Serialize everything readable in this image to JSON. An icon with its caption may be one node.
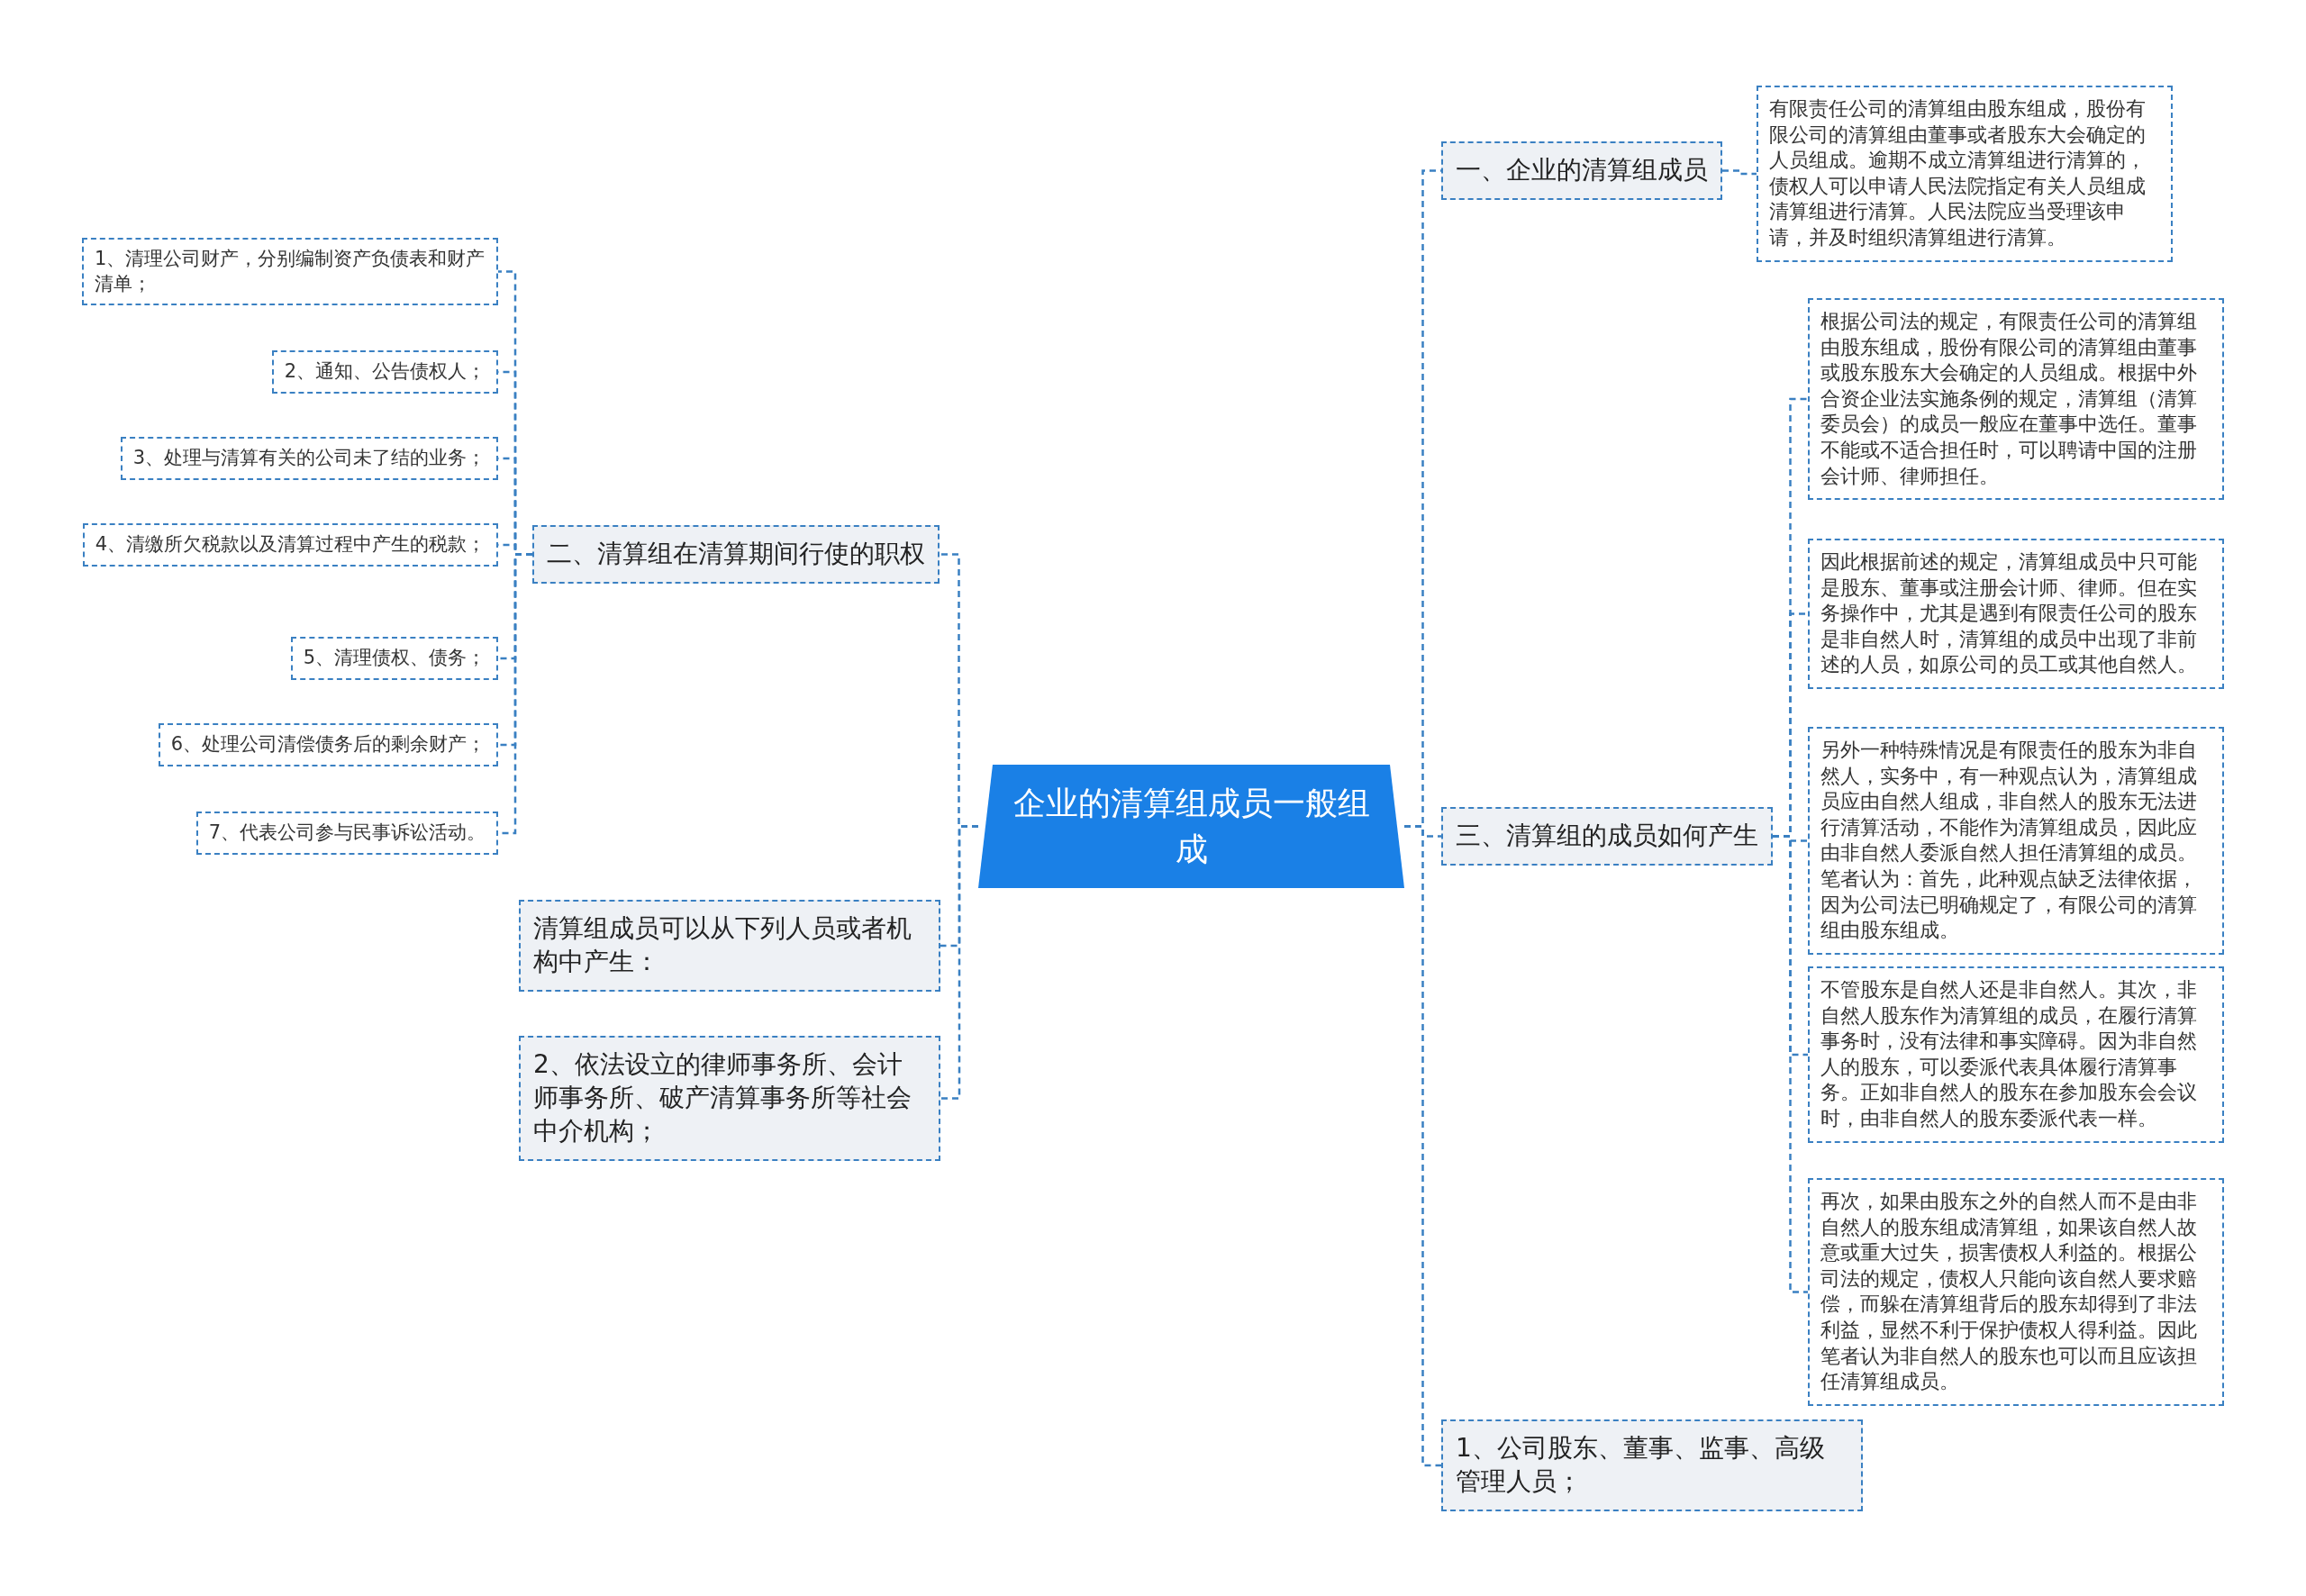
{
  "diagram": {
    "nodes": [
      {
        "text": [
          "企业的清算组成员一般组成"
        ]
      },
      {
        "text": [
          "一、企业的清算组成员"
        ]
      },
      {
        "text": [
          "有限责任公司的清算组由股东组成，股份有限公司的清算组由董事或者股东大会确定的人员组成。逾期不成立清算组进行清算的，债权人可以申请人民法院指定有关人员组成清算组进行清算。人民法院应当受理该申请，并及时组织清算组进行清算。"
        ]
      },
      {
        "text": [
          "三、清算组的成员如何产生"
        ]
      },
      {
        "text": [
          "根据公司法的规定，有限责任公司的清算组由股东组成，股份有限公司的清算组由董事或股东股东大会确定的人员组成。根据中外合资企业法实施条例的规定，清算组（清算委员会）的成员一般应在董事中选任。董事不能或不适合担任时，可以聘请中国的注册会计师、律师担任。"
        ]
      },
      {
        "text": [
          "因此根据前述的规定，清算组成员中只可能是股东、董事或注册会计师、律师。但在实务操作中，尤其是遇到有限责任公司的股东是非自然人时，清算组的成员中出现了非前述的人员，如原公司的员工或其他自然人。"
        ]
      },
      {
        "text": [
          "另外一种特殊情况是有限责任的股东为非自然人，实务中，有一种观点认为，清算组成员应由自然人组成，非自然人的股东无法进行清算活动，不能作为清算组成员，因此应由非自然人委派自然人担任清算组的成员。笔者认为：首先，此种观点缺乏法律依据，因为公司法已明确规定了，有限公司的清算组由股东组成。"
        ]
      },
      {
        "text": [
          "不管股东是自然人还是非自然人。其次，非自然人股东作为清算组的成员，在履行清算事务时，没有法律和事实障碍。因为非自然人的股东，可以委派代表具体履行清算事务。正如非自然人的股东在参加股东会会议时，由非自然人的股东委派代表一样。"
        ]
      },
      {
        "text": [
          "再次，如果由股东之外的自然人而不是由非自然人的股东组成清算组，如果该自然人故意或重大过失，损害债权人利益的。根据公司法的规定，债权人只能向该自然人要求赔偿，而躲在清算组背后的股东却得到了非法利益，显然不利于保护债权人得利益。因此笔者认为非自然人的股东也可以而且应该担任清算组成员。"
        ]
      },
      {
        "text": [
          "1、公司股东、董事、监事、高级管理人员；"
        ]
      },
      {
        "text": [
          "二、清算组在清算期间行使的职权"
        ]
      },
      {
        "text": [
          "1、清理公司财产，分别编制资产负债表和财产清单；"
        ]
      },
      {
        "text": [
          "2、通知、公告债权人；"
        ]
      },
      {
        "text": [
          "3、处理与清算有关的公司未了结的业务；"
        ]
      },
      {
        "text": [
          "4、清缴所欠税款以及清算过程中产生的税款；"
        ]
      },
      {
        "text": [
          "5、清理债权、债务；"
        ]
      },
      {
        "text": [
          "6、处理公司清偿债务后的剩余财产；"
        ]
      },
      {
        "text": [
          "7、代表公司参与民事诉讼活动。"
        ]
      },
      {
        "text": [
          "清算组成员可以从下列人员或者机构中产生："
        ]
      },
      {
        "text": [
          "2、依法设立的律师事务所、会计师事务所、破产清算事务所等社会中介机构；"
        ]
      }
    ],
    "edges": [
      {
        "from": 0,
        "to": 1,
        "arrow": "none",
        "style": "dashed"
      },
      {
        "from": 1,
        "to": 2,
        "arrow": "none",
        "style": "dashed"
      },
      {
        "from": 0,
        "to": 3,
        "arrow": "none",
        "style": "dashed"
      },
      {
        "from": 3,
        "to": 4,
        "arrow": "none",
        "style": "dashed"
      },
      {
        "from": 3,
        "to": 5,
        "arrow": "none",
        "style": "dashed"
      },
      {
        "from": 3,
        "to": 6,
        "arrow": "none",
        "style": "dashed"
      },
      {
        "from": 3,
        "to": 7,
        "arrow": "none",
        "style": "dashed"
      },
      {
        "from": 3,
        "to": 8,
        "arrow": "none",
        "style": "dashed"
      },
      {
        "from": 0,
        "to": 9,
        "arrow": "none",
        "style": "dashed"
      },
      {
        "from": 0,
        "to": 10,
        "arrow": "none",
        "style": "dashed"
      },
      {
        "from": 10,
        "to": 11,
        "arrow": "none",
        "style": "dashed"
      },
      {
        "from": 10,
        "to": 12,
        "arrow": "none",
        "style": "dashed"
      },
      {
        "from": 10,
        "to": 13,
        "arrow": "none",
        "style": "dashed"
      },
      {
        "from": 10,
        "to": 14,
        "arrow": "none",
        "style": "dashed"
      },
      {
        "from": 10,
        "to": 15,
        "arrow": "none",
        "style": "dashed"
      },
      {
        "from": 10,
        "to": 16,
        "arrow": "none",
        "style": "dashed"
      },
      {
        "from": 10,
        "to": 17,
        "arrow": "none",
        "style": "dashed"
      },
      {
        "from": 0,
        "to": 18,
        "arrow": "none",
        "style": "dashed"
      },
      {
        "from": 0,
        "to": 19,
        "arrow": "none",
        "style": "dashed"
      }
    ]
  }
}
